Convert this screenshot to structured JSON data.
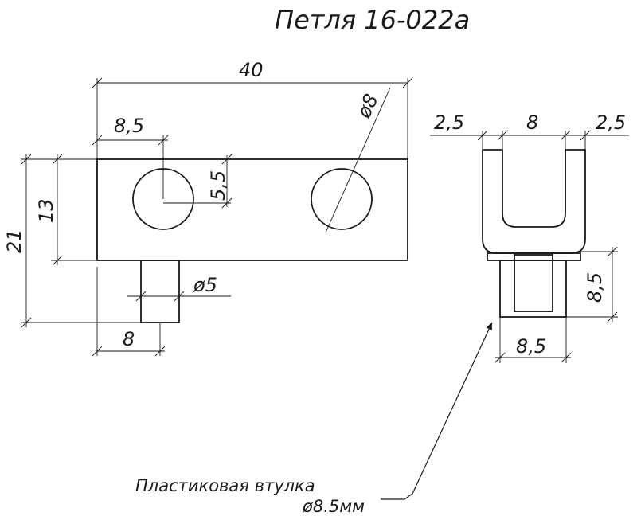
{
  "title": "Петля  16-022а",
  "dimensions": {
    "overall_width": "40",
    "hole_offset": "8,5",
    "hole_diameter": "ø8",
    "hole_radius": "5,5",
    "body_height": "13",
    "total_height": "21",
    "pin_diameter": "ø5",
    "pin_offset": "8",
    "side_left": "2,5",
    "side_mid": "8",
    "side_right": "2,5",
    "bushing_height": "8,5",
    "bushing_width": "8,5"
  },
  "note": {
    "line1": "Пластиковая втулка",
    "line2": "ø8.5мм"
  }
}
